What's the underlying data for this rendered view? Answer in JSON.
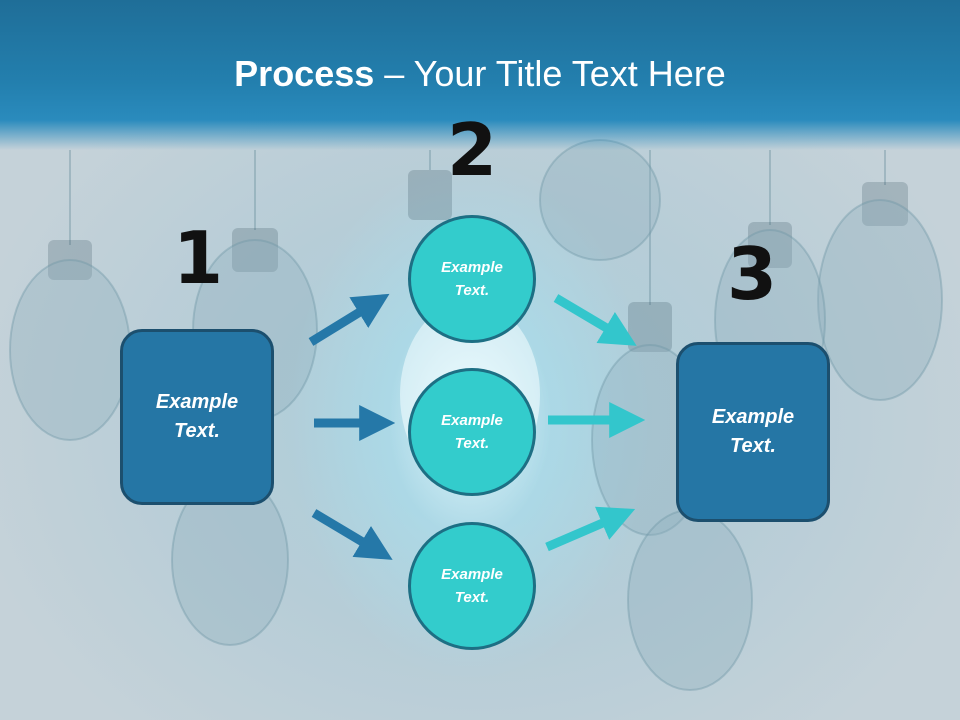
{
  "title": {
    "bold": "Process",
    "separator": " – ",
    "rest": "Your Title Text Here"
  },
  "steps": {
    "one": "1",
    "two": "2",
    "three": "3"
  },
  "left_box": {
    "line1": "Example",
    "line2": "Text."
  },
  "right_box": {
    "line1": "Example",
    "line2": "Text."
  },
  "circles": [
    {
      "line1": "Example",
      "line2": "Text."
    },
    {
      "line1": "Example",
      "line2": "Text."
    },
    {
      "line1": "Example",
      "line2": "Text."
    }
  ],
  "colors": {
    "header": "#237fae",
    "box_fill": "#2576a5",
    "circle_fill": "#33cccc",
    "left_arrows": "#2578a8",
    "right_arrows": "#33c6cc"
  },
  "icons": [
    "right-arrow-icon",
    "light-bulb-icon"
  ]
}
